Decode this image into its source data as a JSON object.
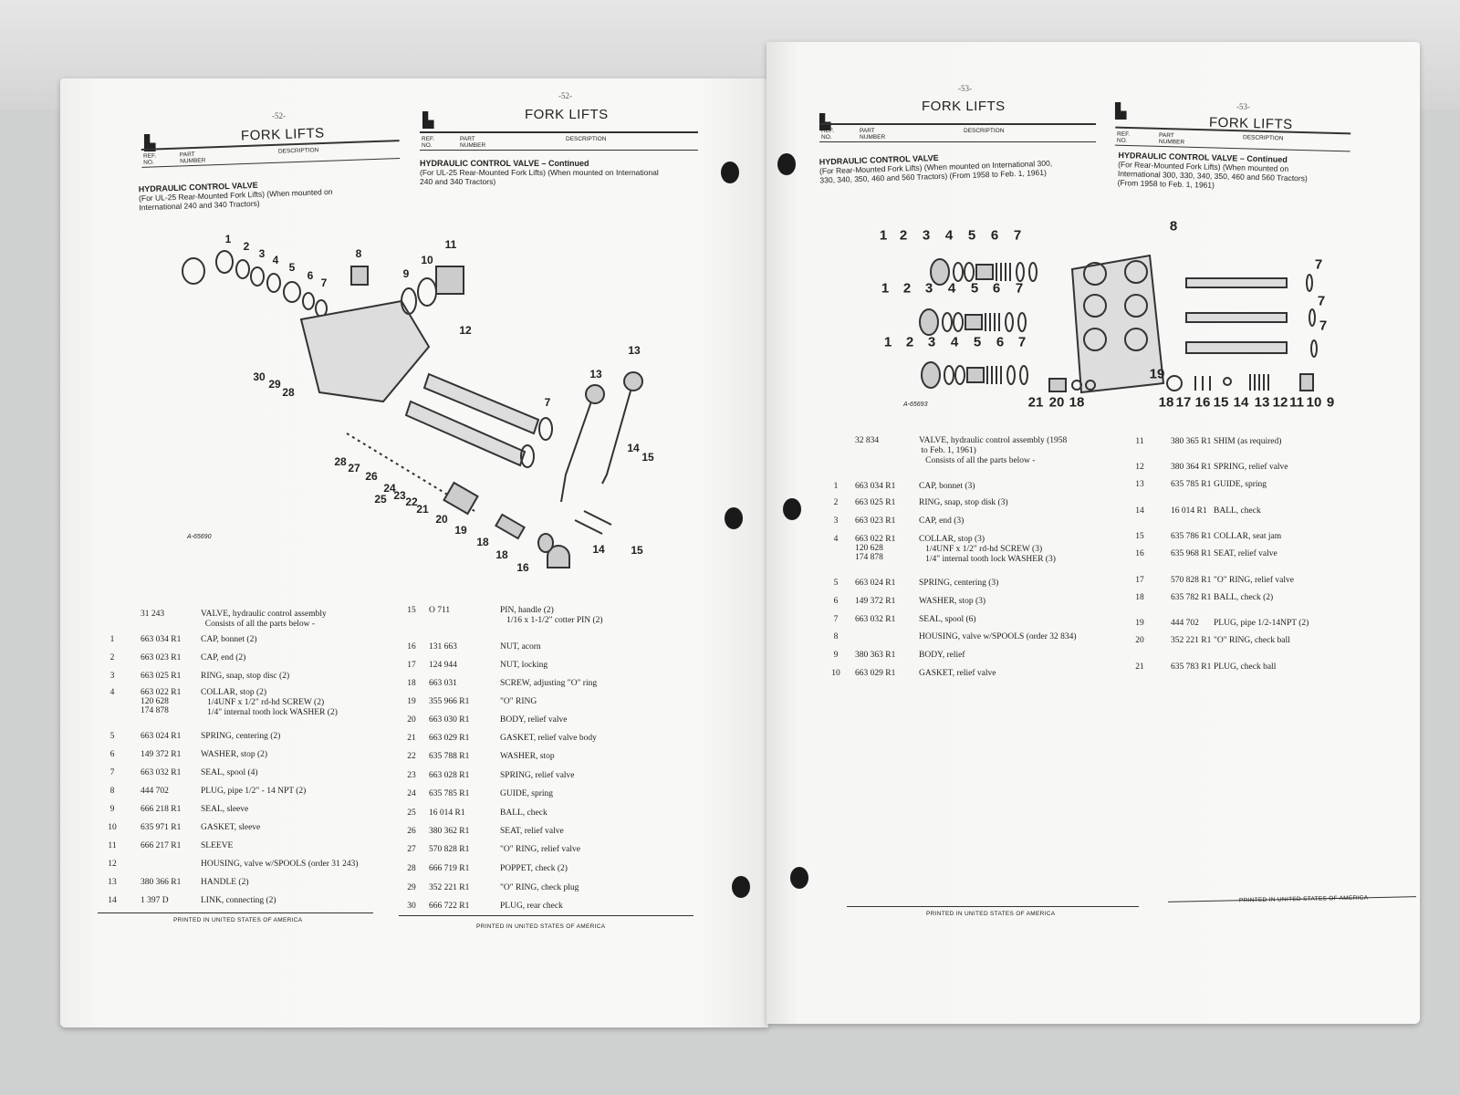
{
  "left_page": {
    "page_number_a": "-52-",
    "page_number_b": "-52-",
    "title": "FORK LIFTS",
    "title_b": "FORK LIFTS",
    "columns": {
      "ref": "REF. NO.",
      "part": "PART NUMBER",
      "desc": "DESCRIPTION"
    },
    "section_title": "HYDRAULIC CONTROL VALVE",
    "section_sub": "(For UL-25 Rear-Mounted Fork Lifts) (When mounted on International 240 and 340 Tractors)",
    "section_title_b": "HYDRAULIC CONTROL VALVE – Continued",
    "section_sub_b": "(For UL-25 Rear-Mounted Fork Lifts) (When mounted on International 240 and 340 Tractors)",
    "figure_id": "A-65690",
    "callouts": [
      "1",
      "2",
      "3",
      "4",
      "5",
      "6",
      "7",
      "8",
      "9",
      "10",
      "11",
      "12",
      "13",
      "13",
      "7",
      "14",
      "15",
      "28",
      "29",
      "30",
      "28",
      "27",
      "26",
      "25",
      "24",
      "23",
      "22",
      "21",
      "20",
      "19",
      "18",
      "16",
      "18",
      "14",
      "15"
    ],
    "parts_col1": [
      {
        "ref": "",
        "part": "31 243",
        "desc": "VALVE, hydraulic control assembly\n  Consists of all the parts below -"
      },
      {
        "ref": "1",
        "part": "663 034 R1",
        "desc": "CAP, bonnet (2)"
      },
      {
        "ref": "2",
        "part": "663 023 R1",
        "desc": "CAP, end (2)"
      },
      {
        "ref": "3",
        "part": "663 025 R1",
        "desc": "RING, snap, stop disc (2)"
      },
      {
        "ref": "4",
        "part": "663 022 R1\n120 628\n174 878",
        "desc": "COLLAR, stop (2)\n   1/4UNF x 1/2\" rd-hd SCREW (2)\n   1/4\" internal tooth lock WASHER (2)"
      },
      {
        "ref": "5",
        "part": "663 024 R1",
        "desc": "SPRING, centering (2)"
      },
      {
        "ref": "6",
        "part": "149 372 R1",
        "desc": "WASHER, stop (2)"
      },
      {
        "ref": "7",
        "part": "663 032 R1",
        "desc": "SEAL, spool (4)"
      },
      {
        "ref": "8",
        "part": "444 702",
        "desc": "PLUG, pipe 1/2\" - 14 NPT (2)"
      },
      {
        "ref": "9",
        "part": "666 218 R1",
        "desc": "SEAL, sleeve"
      },
      {
        "ref": "10",
        "part": "635 971 R1",
        "desc": "GASKET, sleeve"
      },
      {
        "ref": "11",
        "part": "666 217 R1",
        "desc": "SLEEVE"
      },
      {
        "ref": "12",
        "part": "",
        "desc": "HOUSING, valve w/SPOOLS (order 31 243)"
      },
      {
        "ref": "13",
        "part": "380 366 R1",
        "desc": "HANDLE (2)"
      },
      {
        "ref": "14",
        "part": "1 397 D",
        "desc": "LINK, connecting (2)"
      }
    ],
    "parts_col2": [
      {
        "ref": "15",
        "part": "O 711",
        "desc": "PIN, handle (2)\n   1/16 x 1-1/2\" cotter PIN (2)"
      },
      {
        "ref": "16",
        "part": "131 663",
        "desc": "NUT, acorn"
      },
      {
        "ref": "17",
        "part": "124 944",
        "desc": "NUT, locking"
      },
      {
        "ref": "18",
        "part": "663 031",
        "desc": "SCREW, adjusting \"O\" ring"
      },
      {
        "ref": "19",
        "part": "355 966 R1",
        "desc": "\"O\" RING"
      },
      {
        "ref": "20",
        "part": "663 030 R1",
        "desc": "BODY, relief valve"
      },
      {
        "ref": "21",
        "part": "663 029 R1",
        "desc": "GASKET, relief valve body"
      },
      {
        "ref": "22",
        "part": "635 788 R1",
        "desc": "WASHER, stop"
      },
      {
        "ref": "23",
        "part": "663 028 R1",
        "desc": "SPRING, relief valve"
      },
      {
        "ref": "24",
        "part": "635 785 R1",
        "desc": "GUIDE, spring"
      },
      {
        "ref": "25",
        "part": "16 014 R1",
        "desc": "BALL, check"
      },
      {
        "ref": "26",
        "part": "380 362 R1",
        "desc": "SEAT, relief valve"
      },
      {
        "ref": "27",
        "part": "570 828 R1",
        "desc": "\"O\" RING, relief valve"
      },
      {
        "ref": "28",
        "part": "666 719 R1",
        "desc": "POPPET, check (2)"
      },
      {
        "ref": "29",
        "part": "352 221 R1",
        "desc": "\"O\" RING, check plug"
      },
      {
        "ref": "30",
        "part": "666 722 R1",
        "desc": "PLUG, rear check"
      }
    ],
    "footer_a": "PRINTED IN UNITED STATES OF AMERICA",
    "footer_b": "PRINTED IN UNITED STATES OF AMERICA"
  },
  "right_page": {
    "page_number_a": "-53-",
    "page_number_b": "-53-",
    "title": "FORK LIFTS",
    "title_b": "FORK LIFTS",
    "columns": {
      "ref": "REF. NO.",
      "part": "PART NUMBER",
      "desc": "DESCRIPTION"
    },
    "section_title": "HYDRAULIC CONTROL VALVE",
    "section_sub": "(For Rear-Mounted Fork Lifts) (When mounted on International 300, 330, 340, 350, 460 and 560 Tractors) (From 1958 to Feb. 1, 1961)",
    "section_title_b": "HYDRAULIC CONTROL VALVE – Continued",
    "section_sub_b": "(For Rear-Mounted Fork Lifts) (When mounted on International 300, 330, 340, 350, 460 and 560 Tractors) (From 1958 to Feb. 1, 1961)",
    "figure_id": "A-65693",
    "callouts": [
      "1",
      "2",
      "3",
      "4",
      "5",
      "6",
      "7",
      "1",
      "2",
      "3",
      "4",
      "5",
      "6",
      "7",
      "1",
      "2",
      "3",
      "4",
      "5",
      "6",
      "7",
      "8",
      "7",
      "7",
      "7",
      "21",
      "20",
      "18",
      "19",
      "18",
      "17",
      "16",
      "15",
      "14",
      "13",
      "12",
      "11",
      "10",
      "9"
    ],
    "parts_col1": [
      {
        "ref": "",
        "part": "32 834",
        "desc": "VALVE, hydraulic control assembly (1958\n to Feb. 1, 1961)\n   Consists of all the parts below -"
      },
      {
        "ref": "1",
        "part": "663 034 R1",
        "desc": "CAP, bonnet (3)"
      },
      {
        "ref": "2",
        "part": "663 025 R1",
        "desc": "RING, snap, stop disk (3)"
      },
      {
        "ref": "3",
        "part": "663 023 R1",
        "desc": "CAP, end (3)"
      },
      {
        "ref": "4",
        "part": "663 022 R1\n120 628\n174 878",
        "desc": "COLLAR, stop (3)\n   1/4UNF x 1/2\" rd-hd SCREW (3)\n   1/4\" internal tooth lock WASHER (3)"
      },
      {
        "ref": "5",
        "part": "663 024 R1",
        "desc": "SPRING, centering (3)"
      },
      {
        "ref": "6",
        "part": "149 372 R1",
        "desc": "WASHER, stop (3)"
      },
      {
        "ref": "7",
        "part": "663 032 R1",
        "desc": "SEAL, spool (6)"
      },
      {
        "ref": "8",
        "part": "",
        "desc": "HOUSING, valve w/SPOOLS (order 32 834)"
      },
      {
        "ref": "9",
        "part": "380 363 R1",
        "desc": "BODY, relief"
      },
      {
        "ref": "10",
        "part": "663 029 R1",
        "desc": "GASKET, relief valve"
      }
    ],
    "parts_col2": [
      {
        "ref": "11",
        "part": "380 365 R1",
        "desc": "SHIM (as required)"
      },
      {
        "ref": "12",
        "part": "380 364 R1",
        "desc": "SPRING, relief valve"
      },
      {
        "ref": "13",
        "part": "635 785 R1",
        "desc": "GUIDE, spring"
      },
      {
        "ref": "14",
        "part": "16 014 R1",
        "desc": "BALL, check"
      },
      {
        "ref": "15",
        "part": "635 786 R1",
        "desc": "COLLAR, seat jam"
      },
      {
        "ref": "16",
        "part": "635 968 R1",
        "desc": "SEAT, relief valve"
      },
      {
        "ref": "17",
        "part": "570 828 R1",
        "desc": "\"O\" RING, relief valve"
      },
      {
        "ref": "18",
        "part": "635 782 R1",
        "desc": "BALL, check (2)"
      },
      {
        "ref": "19",
        "part": "444 702",
        "desc": "PLUG, pipe 1/2-14NPT (2)"
      },
      {
        "ref": "20",
        "part": "352 221 R1",
        "desc": "\"O\" RING, check ball"
      },
      {
        "ref": "21",
        "part": "635 783 R1",
        "desc": "PLUG, check ball"
      }
    ],
    "footer_a": "PRINTED IN UNITED STATES OF AMERICA",
    "footer_b": "PRINTED IN UNITED STATES OF AMERICA"
  },
  "colors": {
    "paper": "#f6f6f4",
    "ink": "#222222",
    "background": "#cfd0d0"
  }
}
